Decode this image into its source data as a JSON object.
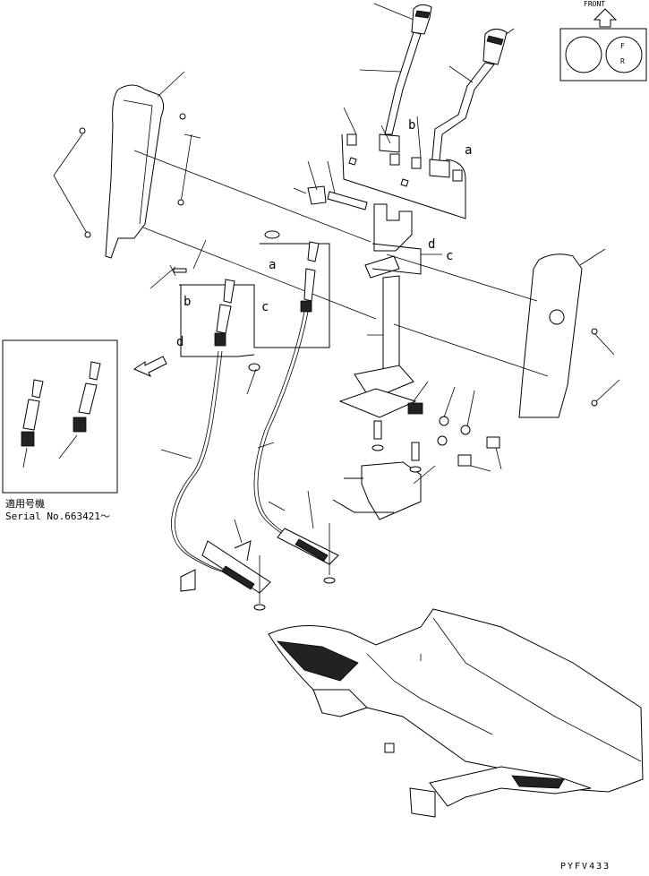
{
  "front_indicator": {
    "label": "FRONT",
    "letter_f": "F",
    "letter_r": "R"
  },
  "callouts": {
    "a_upper": "a",
    "b_upper": "b",
    "c_upper": "c",
    "d_upper": "d",
    "a_lower": "a",
    "b_lower": "b",
    "c_lower": "c",
    "d_lower": "d"
  },
  "serial_note": {
    "line1": "適用号機",
    "line2": "Serial No.663421〜"
  },
  "drawing_code": "PYFV433"
}
